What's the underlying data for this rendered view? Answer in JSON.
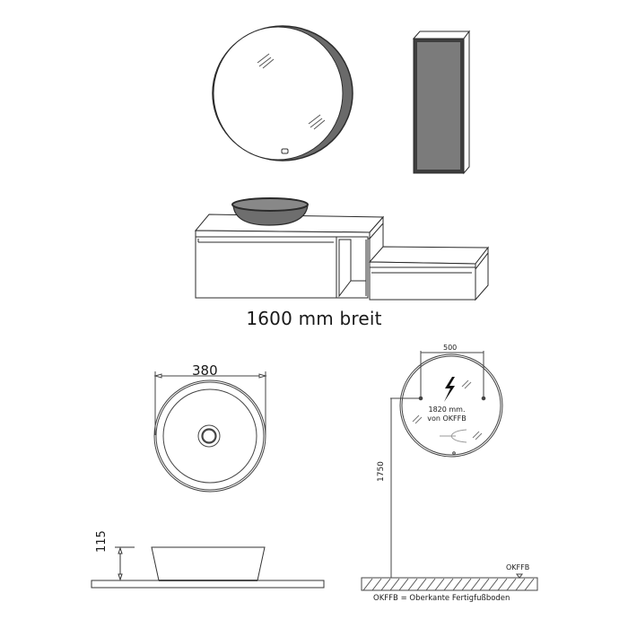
{
  "drawing": {
    "product_caption": "1600 mm breit",
    "basin_top_view": {
      "diameter_label": "380"
    },
    "basin_side_view": {
      "height_label": "115"
    },
    "mirror_installation": {
      "width_label": "500",
      "height_label": "1750",
      "power_note_line1": "1820 mm.",
      "power_note_line2": "von OKFFB",
      "floor_marker": "OKFFB",
      "legend": "OKFFB = Oberkante Fertigfußboden"
    },
    "icons": {
      "power": "lightning-bolt-icon",
      "mirror_switch": "touch-sensor-icon",
      "reflection": "glass-reflection-icon",
      "floor_level": "triangle-down-icon"
    },
    "colors": {
      "line": "#2b2b2b",
      "frame_dark": "#3c3c3c",
      "fill_grey": "#7a7a7a",
      "basin_grey": "#6e6e6e"
    }
  }
}
